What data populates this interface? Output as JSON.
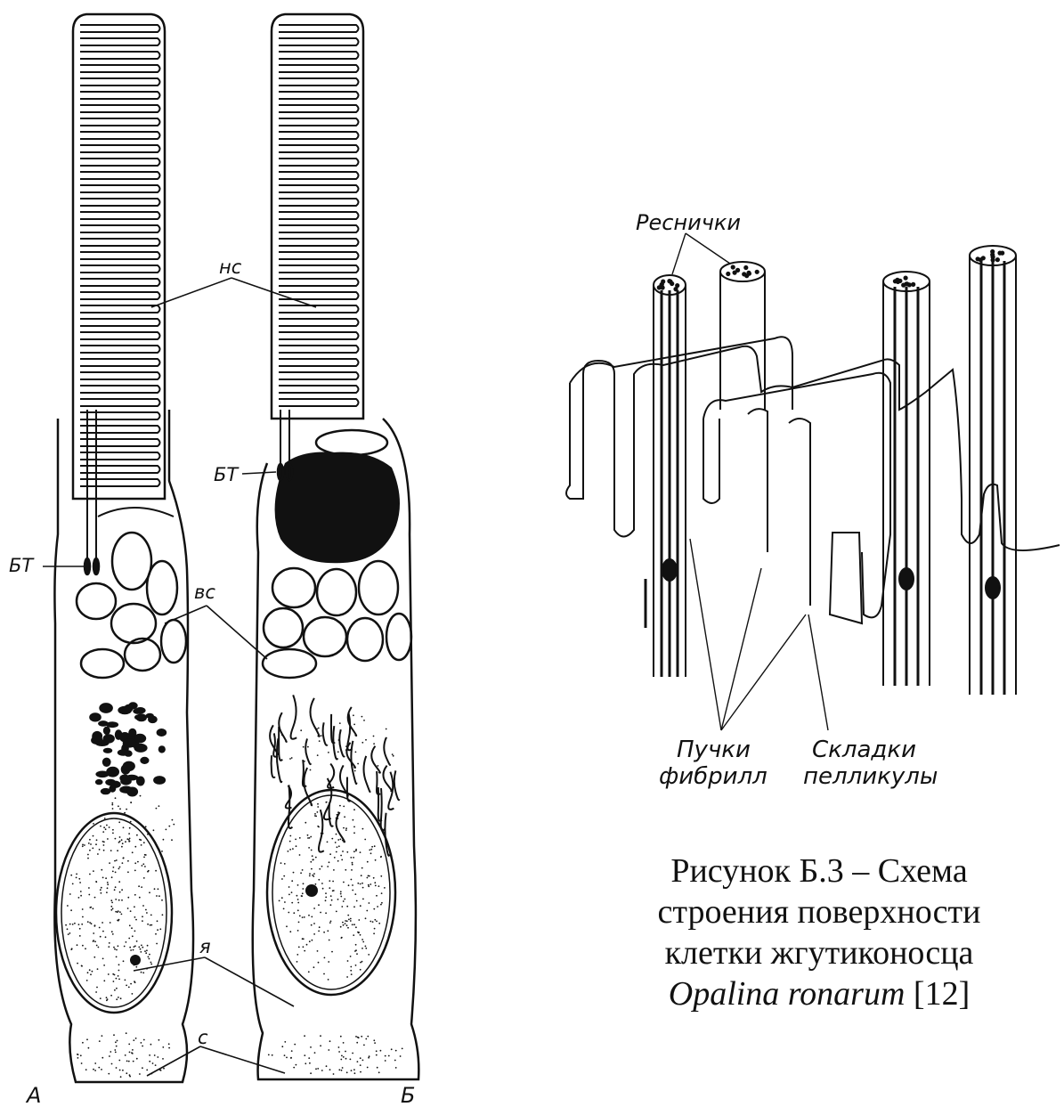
{
  "left_figure": {
    "cell_a": {
      "letter": "А",
      "label_bt": "БТ",
      "label_ns": "нс",
      "label_vs": "вс",
      "label_ya": "я",
      "label_s": "с"
    },
    "cell_b": {
      "letter": "Б",
      "label_bt": "БТ"
    }
  },
  "right_figure": {
    "label_cilia": "Реснички",
    "label_fibrils_1": "Пучки",
    "label_fibrils_2": "фибрилл",
    "label_folds_1": "Складки",
    "label_folds_2": "пелликулы"
  },
  "caption": {
    "line1": "Рисунок Б.3 – Схема",
    "line2": "строения поверхности",
    "line3": "клетки жгутиконосца",
    "line4_italic": "Opalina ronarum",
    "line4_ref": " [12]"
  },
  "colors": {
    "ink": "#111111",
    "background": "#ffffff"
  }
}
